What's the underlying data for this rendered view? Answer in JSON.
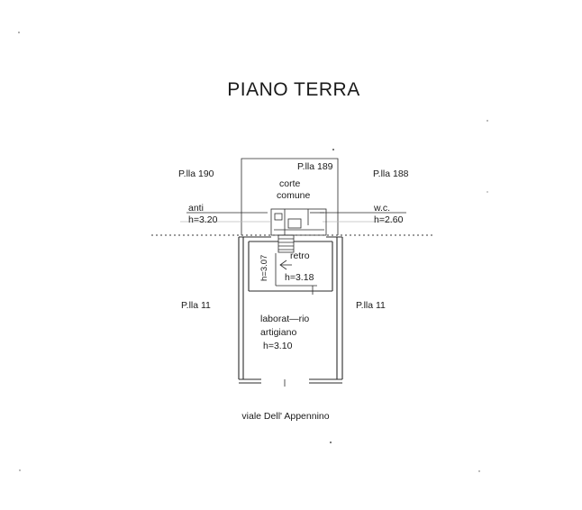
{
  "drawing": {
    "title": "PIANO TERRA",
    "parcels": {
      "north": "P.lla 189",
      "north_west": "P.lla 190",
      "north_east": "P.lla 188",
      "west": "P.lla 11",
      "east": "P.lla 11"
    },
    "rooms": {
      "courtyard_line1": "corte",
      "courtyard_line2": "comune",
      "anti_name": "anti",
      "anti_height": "h=3.20",
      "wc_name": "w.c.",
      "wc_height": "h=2.60",
      "retro_name": "retro",
      "retro_height": "h=3.18",
      "retro_side_height": "h=3.07",
      "lab_line1": "laborat—rio",
      "lab_line2": "artigiano",
      "lab_height": "h=3.10"
    },
    "street": "viale Dell' Appennino"
  }
}
